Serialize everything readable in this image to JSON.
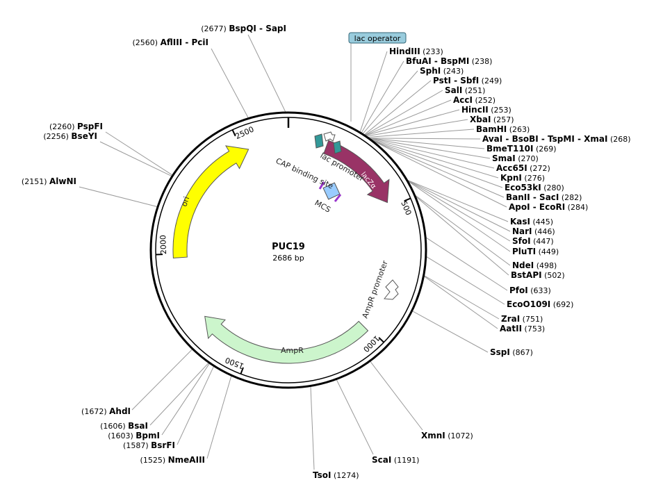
{
  "plasmid": {
    "name": "PUC19",
    "length_label": "2686 bp"
  },
  "scale_ticks": [
    {
      "bp": 500,
      "label": "500"
    },
    {
      "bp": 1000,
      "label": "1000"
    },
    {
      "bp": 1500,
      "label": "1500"
    },
    {
      "bp": 2000,
      "label": "2000"
    },
    {
      "bp": 2500,
      "label": "2500"
    }
  ],
  "features": {
    "lac_operator": "lac operator",
    "lac_promoter": "lac promoter",
    "cap_site": "CAP binding site",
    "lacZa": "lacZα",
    "mcs": "MCS",
    "ampr_promoter": "AmpR promoter",
    "ampr": "AmpR",
    "ori": "ori"
  },
  "colors": {
    "ori": "#ffff00",
    "ampr": "#ccf5cc",
    "lacZa": "#993366",
    "mcs": "#99ccff",
    "cap": "#339999",
    "mcs_edge": "#9933cc",
    "leader": "#999999"
  },
  "sites_right": [
    {
      "name": "HindIII",
      "pos": "(233)"
    },
    {
      "name": "BfuAI - BspMI",
      "pos": "(238)"
    },
    {
      "name": "SphI",
      "pos": "(243)"
    },
    {
      "name": "PstI - SbfI",
      "pos": "(249)"
    },
    {
      "name": "SalI",
      "pos": "(251)"
    },
    {
      "name": "AccI",
      "pos": "(252)"
    },
    {
      "name": "HincII",
      "pos": "(253)"
    },
    {
      "name": "XbaI",
      "pos": "(257)"
    },
    {
      "name": "BamHI",
      "pos": "(263)"
    },
    {
      "name": "AvaI - BsoBI - TspMI - XmaI",
      "pos": "(268)"
    },
    {
      "name": "BmeT110I",
      "pos": "(269)"
    },
    {
      "name": "SmaI",
      "pos": "(270)"
    },
    {
      "name": "Acc65I",
      "pos": "(272)"
    },
    {
      "name": "KpnI",
      "pos": "(276)"
    },
    {
      "name": "Eco53kI",
      "pos": "(280)"
    },
    {
      "name": "BanII - SacI",
      "pos": "(282)"
    },
    {
      "name": "ApoI - EcoRI",
      "pos": "(284)"
    },
    {
      "name": "KasI",
      "pos": "(445)"
    },
    {
      "name": "NarI",
      "pos": "(446)"
    },
    {
      "name": "SfoI",
      "pos": "(447)"
    },
    {
      "name": "PluTI",
      "pos": "(449)"
    },
    {
      "name": "NdeI",
      "pos": "(498)"
    },
    {
      "name": "BstAPI",
      "pos": "(502)"
    },
    {
      "name": "PfoI",
      "pos": "(633)"
    },
    {
      "name": "EcoO109I",
      "pos": "(692)"
    },
    {
      "name": "ZraI",
      "pos": "(751)"
    },
    {
      "name": "AatII",
      "pos": "(753)"
    },
    {
      "name": "SspI",
      "pos": "(867)"
    }
  ],
  "sites_bottom": [
    {
      "name": "XmnI",
      "pos": "(1072)"
    },
    {
      "name": "ScaI",
      "pos": "(1191)"
    },
    {
      "name": "TsoI",
      "pos": "(1274)"
    }
  ],
  "sites_left": [
    {
      "name": "BspQI - SapI",
      "pos": "(2677)"
    },
    {
      "name": "AflIII - PciI",
      "pos": "(2560)"
    },
    {
      "name": "PspFI",
      "pos": "(2260)"
    },
    {
      "name": "BseYI",
      "pos": "(2256)"
    },
    {
      "name": "AlwNI",
      "pos": "(2151)"
    },
    {
      "name": "AhdI",
      "pos": "(1672)"
    },
    {
      "name": "BsaI",
      "pos": "(1606)"
    },
    {
      "name": "BpmI",
      "pos": "(1603)"
    },
    {
      "name": "BsrFI",
      "pos": "(1587)"
    },
    {
      "name": "NmeAIII",
      "pos": "(1525)"
    }
  ]
}
